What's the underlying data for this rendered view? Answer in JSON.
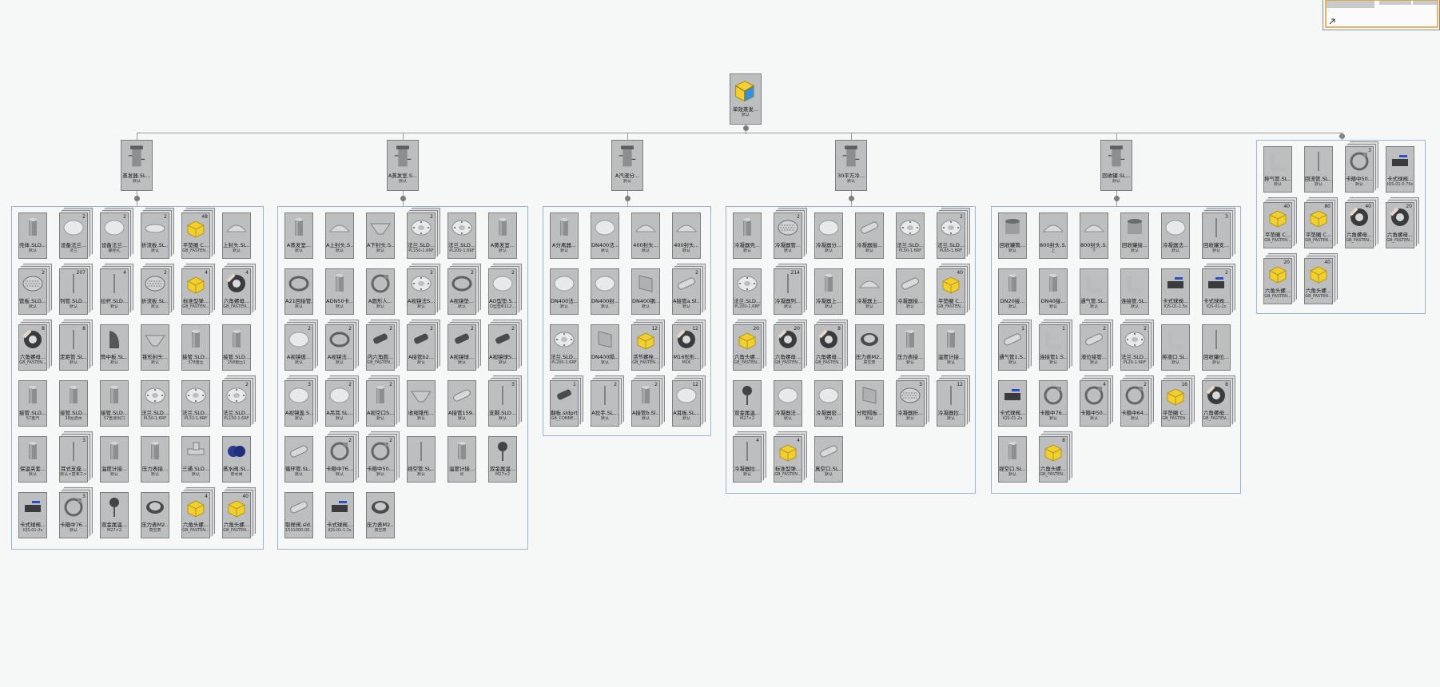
{
  "root": {
    "label": "单效蒸发...",
    "sub": "默认",
    "thumb": "assembly-icon"
  },
  "groups": [
    {
      "name": "g1",
      "header": {
        "label": "蒸发器.SL...",
        "sub": "默认",
        "thumb": "vessel-icon"
      },
      "items": [
        {
          "label": "壳体.SLD...",
          "sub": "默认",
          "thumb": "cylinder-icon"
        },
        {
          "label": "设备法兰...",
          "sub": "法兰",
          "thumb": "plate-icon",
          "count": "2"
        },
        {
          "label": "设备法兰...",
          "sub": "螺栓孔",
          "thumb": "plate-icon",
          "count": "2"
        },
        {
          "label": "折流板.SL...",
          "sub": "默认",
          "thumb": "disc-icon",
          "count": "2"
        },
        {
          "label": "平垫圈 C...",
          "sub": "GB_FASTEN...",
          "thumb": "yellow-part-icon",
          "count": "48"
        },
        {
          "label": "上封头.SL...",
          "sub": "默认",
          "thumb": "head-icon"
        },
        {
          "label": "管板.SLD...",
          "sub": "默认",
          "thumb": "grid-plate-icon",
          "count": "2"
        },
        {
          "label": "列管.SLD...",
          "sub": "默认",
          "thumb": "rod-icon",
          "count": "207"
        },
        {
          "label": "拉杆.SLD...",
          "sub": "默认",
          "thumb": "rod-icon",
          "count": "4"
        },
        {
          "label": "折流板.SL...",
          "sub": "默认",
          "thumb": "grid-plate-icon",
          "count": "2"
        },
        {
          "label": "标准型弹...",
          "sub": "GB_FASTEN...",
          "thumb": "yellow-part-icon",
          "count": "4"
        },
        {
          "label": "六角螺母...",
          "sub": "GB_FASTEN...",
          "thumb": "nut-icon",
          "count": "4"
        },
        {
          "label": "六角螺母...",
          "sub": "GB_FASTEN...",
          "thumb": "nut-icon",
          "count": "8"
        },
        {
          "label": "定距管.SL...",
          "sub": "默认",
          "thumb": "rod-icon",
          "count": "8"
        },
        {
          "label": "筒中板.SL...",
          "sub": "默认",
          "thumb": "shell-icon"
        },
        {
          "label": "锥形封头...",
          "sub": "默认",
          "thumb": "cone-icon"
        },
        {
          "label": "接管.SLD...",
          "sub": "378重压",
          "thumb": "cylinder-icon"
        },
        {
          "label": "接管.SLD...",
          "sub": "158重压1",
          "thumb": "cylinder-icon"
        },
        {
          "label": "接管.SLD...",
          "sub": "57重汽",
          "thumb": "cylinder-icon"
        },
        {
          "label": "接管.SLD...",
          "sub": "38回流水",
          "thumb": "cylinder-icon"
        },
        {
          "label": "接管.SLD...",
          "sub": "57重液出口",
          "thumb": "cylinder-icon"
        },
        {
          "label": "法兰.SLD...",
          "sub": "PL50-1.6RF",
          "thumb": "flange-icon"
        },
        {
          "label": "法兰.SLD...",
          "sub": "PL32-1.6RF",
          "thumb": "flange-icon"
        },
        {
          "label": "法兰.SLD...",
          "sub": "PL150-1.6RF",
          "thumb": "flange-icon",
          "count": "2"
        },
        {
          "label": "保温夹套...",
          "sub": "默认",
          "thumb": "cylinder-icon"
        },
        {
          "label": "耳式支座...",
          "sub": "默认<基准工>",
          "thumb": "rod-icon",
          "count": "3"
        },
        {
          "label": "温度计接...",
          "sub": "默认",
          "thumb": "cylinder-icon"
        },
        {
          "label": "压力表接...",
          "sub": "默认",
          "thumb": "cylinder-icon"
        },
        {
          "label": "三通.SLD...",
          "sub": "默认",
          "thumb": "tee-icon"
        },
        {
          "label": "蒸水阀.SL...",
          "sub": "普水阀",
          "thumb": "valve-blue-icon"
        },
        {
          "label": "卡式球阀...",
          "sub": "IQS-01-2s",
          "thumb": "ball-valve-icon"
        },
        {
          "label": "卡箍中76...",
          "sub": "默认",
          "thumb": "clamp-icon",
          "count": "3"
        },
        {
          "label": "双金属温...",
          "sub": "M27×2",
          "thumb": "gauge-icon"
        },
        {
          "label": "压力表M2...",
          "sub": "真空表",
          "thumb": "pressure-gauge-icon"
        },
        {
          "label": "六角头螺...",
          "sub": "GB_FASTEN...",
          "thumb": "yellow-part-icon",
          "count": "4"
        },
        {
          "label": "六角头螺...",
          "sub": "GB_FASTEN...",
          "thumb": "yellow-part-icon",
          "count": "40"
        }
      ]
    },
    {
      "name": "g2",
      "header": {
        "label": "A蒸发室.S...",
        "sub": "默认",
        "thumb": "vessel-icon"
      },
      "items": [
        {
          "label": "A蒸发室...",
          "sub": "默认",
          "thumb": "cylinder-icon"
        },
        {
          "label": "A上封头.S...",
          "sub": "默认",
          "thumb": "head-icon"
        },
        {
          "label": "A下封头.S...",
          "sub": "默认",
          "thumb": "cone-icon"
        },
        {
          "label": "法兰.SLD...",
          "sub": "PL150-1.6RF",
          "thumb": "flange-icon",
          "count": "2"
        },
        {
          "label": "法兰.SLD...",
          "sub": "PL200-1.6RF",
          "thumb": "flange-icon"
        },
        {
          "label": "A蒸发室...",
          "sub": "默认",
          "thumb": "cylinder-icon"
        },
        {
          "label": "A21回接管...",
          "sub": "默认",
          "thumb": "ring-icon"
        },
        {
          "label": "ADN50卡...",
          "sub": "默认",
          "thumb": "cylinder-icon"
        },
        {
          "label": "A圆形人...",
          "sub": "默认",
          "thumb": "clamp-icon"
        },
        {
          "label": "A视镜法S...",
          "sub": "默认",
          "thumb": "flange-icon",
          "count": "2"
        },
        {
          "label": "A视镜垫...",
          "sub": "默认",
          "thumb": "ring-icon",
          "count": "2"
        },
        {
          "label": "AO型垫.S...",
          "sub": "O型垫Φ112...",
          "thumb": "plate-icon",
          "count": "2"
        },
        {
          "label": "A视镜玻...",
          "sub": "默认",
          "thumb": "plate-icon",
          "count": "2"
        },
        {
          "label": "A视镜法...",
          "sub": "默认",
          "thumb": "ring-icon",
          "count": "2"
        },
        {
          "label": "内六角圆...",
          "sub": "GB_FASTEN...",
          "thumb": "bolt-icon",
          "count": "2"
        },
        {
          "label": "A接管b2...",
          "sub": "默认",
          "thumb": "bolt-icon",
          "count": "2"
        },
        {
          "label": "A视镜球...",
          "sub": "默认",
          "thumb": "bolt-icon",
          "count": "2"
        },
        {
          "label": "A视镜球S...",
          "sub": "默认",
          "thumb": "bolt-icon",
          "count": "2"
        },
        {
          "label": "A视镜盖.S...",
          "sub": "默认",
          "thumb": "plate-icon",
          "count": "3"
        },
        {
          "label": "A吊耳.SL...",
          "sub": "默认",
          "thumb": "plate-icon",
          "count": "2"
        },
        {
          "label": "A视空口S...",
          "sub": "默认",
          "thumb": "cylinder-icon",
          "count": "2"
        },
        {
          "label": "收缩锥形...",
          "sub": "默认",
          "thumb": "cone-icon"
        },
        {
          "label": "A接管159...",
          "sub": "默认",
          "thumb": "pipe-icon"
        },
        {
          "label": "支脚.SLD...",
          "sub": "默认",
          "thumb": "rod-icon",
          "count": "3"
        },
        {
          "label": "循环管.SL...",
          "sub": "默认",
          "thumb": "pipe-icon"
        },
        {
          "label": "卡箍中76...",
          "sub": "默认",
          "thumb": "clamp-icon",
          "count": "2"
        },
        {
          "label": "卡箍中50...",
          "sub": "默认",
          "thumb": "clamp-icon",
          "count": "2"
        },
        {
          "label": "视空管.SL...",
          "sub": "默认",
          "thumb": "rod-icon"
        },
        {
          "label": "温度计接...",
          "sub": "长",
          "thumb": "cylinder-icon"
        },
        {
          "label": "双金属温...",
          "sub": "M27×2",
          "thumb": "gauge-icon"
        },
        {
          "label": "取样阀.sld...",
          "sub": "1531000-00...",
          "thumb": "pipe-icon"
        },
        {
          "label": "卡式球阀...",
          "sub": "IQS-01-1.2s",
          "thumb": "ball-valve-icon"
        },
        {
          "label": "压力表M2...",
          "sub": "真空表",
          "thumb": "pressure-gauge-icon"
        }
      ]
    },
    {
      "name": "g3",
      "header": {
        "label": "A汽液分...",
        "sub": "默认",
        "thumb": "vessel-icon"
      },
      "items": [
        {
          "label": "A分离器...",
          "sub": "默认",
          "thumb": "cylinder-icon"
        },
        {
          "label": "DN400法...",
          "sub": "默认",
          "thumb": "plate-icon"
        },
        {
          "label": "400封头...",
          "sub": "默认",
          "thumb": "head-icon"
        },
        {
          "label": "400封头...",
          "sub": "默认",
          "thumb": "head-icon"
        },
        {
          "label": "DN400法...",
          "sub": "默认",
          "thumb": "plate-icon"
        },
        {
          "label": "DN400封...",
          "sub": "默认",
          "thumb": "plate-icon"
        },
        {
          "label": "DN400钢...",
          "sub": "默认",
          "thumb": "sheet-icon"
        },
        {
          "label": "A接管a.Sl...",
          "sub": "默认",
          "thumb": "pipe-icon",
          "count": "2"
        },
        {
          "label": "法兰.SLD...",
          "sub": "PL200-1.6RF",
          "thumb": "flange-icon"
        },
        {
          "label": "DN400隔...",
          "sub": "默认",
          "thumb": "sheet-icon"
        },
        {
          "label": "活节螺栓...",
          "sub": "GB_FASTEN...",
          "thumb": "yellow-part-icon",
          "count": "12"
        },
        {
          "label": "M16形形...",
          "sub": "M16",
          "thumb": "nut-icon",
          "count": "12"
        },
        {
          "label": "翻板.sldprt",
          "sub": "GB_CONNE...",
          "thumb": "bolt-icon",
          "count": "1"
        },
        {
          "label": "A拉手.SL...",
          "sub": "默认",
          "thumb": "rod-icon",
          "count": "2"
        },
        {
          "label": "A接管b.Sl...",
          "sub": "默认",
          "thumb": "cylinder-icon",
          "count": "2"
        },
        {
          "label": "A耳板.SL...",
          "sub": "默认",
          "thumb": "plate-icon",
          "count": "12"
        }
      ]
    },
    {
      "name": "g4",
      "header": {
        "label": "30平方冷...",
        "sub": "默认",
        "thumb": "vessel-icon"
      },
      "items": [
        {
          "label": "冷凝器壳...",
          "sub": "默认",
          "thumb": "cylinder-icon"
        },
        {
          "label": "冷凝器管...",
          "sub": "默认",
          "thumb": "grid-plate-icon",
          "count": "2"
        },
        {
          "label": "冷凝器分...",
          "sub": "默认",
          "thumb": "plate-icon"
        },
        {
          "label": "冷凝器接...",
          "sub": "默认",
          "thumb": "pipe-icon"
        },
        {
          "label": "法兰.SLD...",
          "sub": "PL50-1.6RF",
          "thumb": "flange-icon"
        },
        {
          "label": "法兰.SLD...",
          "sub": "PL65-1.6RF",
          "thumb": "flange-icon",
          "count": "2"
        },
        {
          "label": "法兰.SLD...",
          "sub": "PL200-1.6RF",
          "thumb": "flange-icon"
        },
        {
          "label": "冷凝器列...",
          "sub": "默认",
          "thumb": "rod-icon",
          "count": "214"
        },
        {
          "label": "冷凝器上...",
          "sub": "默认",
          "thumb": "cylinder-icon"
        },
        {
          "label": "冷凝器上...",
          "sub": "默认",
          "thumb": "head-icon"
        },
        {
          "label": "冷凝器接...",
          "sub": "默认",
          "thumb": "pipe-icon"
        },
        {
          "label": "平垫圈 C...",
          "sub": "GB_FASTEN...",
          "thumb": "yellow-part-icon",
          "count": "40"
        },
        {
          "label": "六角头螺...",
          "sub": "GB_FASTEN...",
          "thumb": "yellow-part-icon",
          "count": "20"
        },
        {
          "label": "六角螺母...",
          "sub": "GB_FASTEN...",
          "thumb": "nut-icon",
          "count": "20"
        },
        {
          "label": "六角螺母...",
          "sub": "GB_FASTEN...",
          "thumb": "nut-icon",
          "count": "8"
        },
        {
          "label": "压力表M2...",
          "sub": "真空表",
          "thumb": "pressure-gauge-icon"
        },
        {
          "label": "压力表接...",
          "sub": "默认",
          "thumb": "cylinder-icon"
        },
        {
          "label": "温度计接...",
          "sub": "默认",
          "thumb": "cylinder-icon"
        },
        {
          "label": "双金属温...",
          "sub": "M27×2",
          "thumb": "gauge-icon"
        },
        {
          "label": "冷凝器法...",
          "sub": "默认",
          "thumb": "plate-icon"
        },
        {
          "label": "冷凝器密...",
          "sub": "默认",
          "thumb": "plate-icon"
        },
        {
          "label": "分程隔板...",
          "sub": "默认",
          "thumb": "sheet-icon"
        },
        {
          "label": "冷凝器折...",
          "sub": "默认",
          "thumb": "grid-plate-icon",
          "count": "3"
        },
        {
          "label": "冷凝器拉...",
          "sub": "默认",
          "thumb": "rod-icon",
          "count": "12"
        },
        {
          "label": "冷凝器拉...",
          "sub": "默认",
          "thumb": "rod-icon",
          "count": "4"
        },
        {
          "label": "标准型弹...",
          "sub": "GB_FASTEN...",
          "thumb": "yellow-part-icon",
          "count": "4"
        },
        {
          "label": "真空口.SL...",
          "sub": "默认",
          "thumb": "pipe-icon"
        }
      ]
    },
    {
      "name": "g5",
      "header": {
        "label": "回收罐.SL...",
        "sub": "默认",
        "thumb": "vessel-icon"
      },
      "items": [
        {
          "label": "回收罐筒...",
          "sub": "默认",
          "thumb": "drum-icon"
        },
        {
          "label": "800封头.S...",
          "sub": "上",
          "thumb": "head-icon"
        },
        {
          "label": "800封头.S...",
          "sub": "下",
          "thumb": "head-icon"
        },
        {
          "label": "回收罐接...",
          "sub": "默认",
          "thumb": "drum-icon"
        },
        {
          "label": "冷凝器法...",
          "sub": "默认",
          "thumb": "plate-icon"
        },
        {
          "label": "回收罐支...",
          "sub": "默认",
          "thumb": "rod-icon",
          "count": "3"
        },
        {
          "label": "DN20接...",
          "sub": "默认",
          "thumb": "cylinder-icon"
        },
        {
          "label": "DN40接...",
          "sub": "默认",
          "thumb": "cylinder-icon"
        },
        {
          "label": "通气管.SL...",
          "sub": "默认",
          "thumb": "elbow-icon"
        },
        {
          "label": "连接管.SL...",
          "sub": "默认",
          "thumb": "elbow-icon"
        },
        {
          "label": "卡式球阀...",
          "sub": "IQS-01-1.5s",
          "thumb": "ball-valve-icon"
        },
        {
          "label": "卡式球阀...",
          "sub": "IQS-01-1s",
          "thumb": "ball-valve-icon",
          "count": "2"
        },
        {
          "label": "通气管1.S...",
          "sub": "默认",
          "thumb": "pipe-icon",
          "count": "1"
        },
        {
          "label": "连接管1.S...",
          "sub": "默认",
          "thumb": "elbow-icon",
          "count": "1"
        },
        {
          "label": "液位接管...",
          "sub": "默认",
          "thumb": "pipe-icon",
          "count": "2"
        },
        {
          "label": "法兰.SLD...",
          "sub": "PL20-1.6RF",
          "thumb": "flange-icon",
          "count": "2"
        },
        {
          "label": "排液口.SL...",
          "sub": "默认",
          "thumb": "elbow-icon"
        },
        {
          "label": "回收罐位...",
          "sub": "默认",
          "thumb": "rod-icon"
        },
        {
          "label": "卡式球阀...",
          "sub": "IQS-01-2s",
          "thumb": "ball-valve-icon"
        },
        {
          "label": "卡箍中76...",
          "sub": "默认",
          "thumb": "clamp-icon"
        },
        {
          "label": "卡箍中50...",
          "sub": "默认",
          "thumb": "clamp-icon",
          "count": "4"
        },
        {
          "label": "卡箍中64...",
          "sub": "默认",
          "thumb": "clamp-icon",
          "count": "2"
        },
        {
          "label": "平垫圈 C...",
          "sub": "GB_FASTEN...",
          "thumb": "yellow-part-icon",
          "count": "16"
        },
        {
          "label": "六角螺母...",
          "sub": "GB_FASTEN...",
          "thumb": "nut-icon",
          "count": "8"
        },
        {
          "label": "视空口.SL...",
          "sub": "默认",
          "thumb": "cylinder-icon"
        },
        {
          "label": "六角头螺...",
          "sub": "GB_FASTEN...",
          "thumb": "yellow-part-icon",
          "count": "8"
        }
      ]
    },
    {
      "name": "g6",
      "header": null,
      "items": [
        {
          "label": "排气管.SL...",
          "sub": "默认",
          "thumb": "elbow-icon"
        },
        {
          "label": "回流管.SL...",
          "sub": "默认",
          "thumb": "rod-icon"
        },
        {
          "label": "卡箍中50...",
          "sub": "默认",
          "thumb": "clamp-icon",
          "count": "3"
        },
        {
          "label": "卡式球阀...",
          "sub": "IQS-01-0.75s",
          "thumb": "ball-valve-icon"
        },
        {
          "label": "平垫圈 C...",
          "sub": "GB_FASTEN...",
          "thumb": "yellow-part-icon",
          "count": "40"
        },
        {
          "label": "平垫圈 C...",
          "sub": "GB_FASTEN...",
          "thumb": "yellow-part-icon",
          "count": "80"
        },
        {
          "label": "六角螺母...",
          "sub": "GB_FASTEN...",
          "thumb": "nut-icon",
          "count": "40"
        },
        {
          "label": "六角螺母...",
          "sub": "GB_FASTEN...",
          "thumb": "nut-icon",
          "count": "20"
        },
        {
          "label": "六角头螺...",
          "sub": "GB_FASTEN...",
          "thumb": "yellow-part-icon",
          "count": "20"
        },
        {
          "label": "六角头螺...",
          "sub": "GB_FASTEN...",
          "thumb": "yellow-part-icon",
          "count": "40"
        }
      ]
    }
  ]
}
